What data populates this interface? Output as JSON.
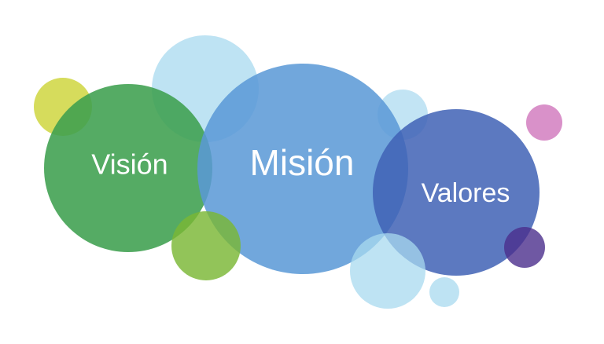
{
  "diagram": {
    "labels": {
      "vision": "Visión",
      "mision": "Misión",
      "valores": "Valores"
    },
    "colors": {
      "vision": "#4aa65a",
      "mision": "#5b9bd5",
      "valores": "#4a6fb8",
      "yellow": "#d4d84a",
      "light_blue": "#a8d8ee",
      "lime": "#7fba3a",
      "pink": "#d98cc4",
      "purple": "#5a3a8f"
    }
  }
}
